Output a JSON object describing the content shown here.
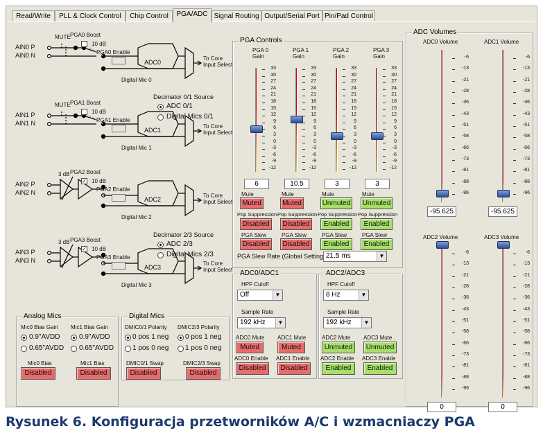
{
  "tabs": [
    "Read/Write",
    "PLL & Clock Control",
    "Chip Control",
    "PGA/ADC",
    "Signal Routing",
    "Output/Serial Port",
    "Pin/Pad Control"
  ],
  "active_tab": "PGA/ADC",
  "schematic": {
    "mute": "MUTE",
    "db3": "3 dB",
    "boost_db": "10 dB",
    "to_core": "To Core",
    "input_select": "Input Select",
    "channels": [
      {
        "in_p": "AIN0 P",
        "in_n": "AIN0 N",
        "boost": "PGA0 Boost",
        "enable": "PGA0 Enable",
        "adc": "ADC0",
        "dmic": "Digital Mic 0"
      },
      {
        "in_p": "AIN1 P",
        "in_n": "AIN1 N",
        "boost": "PGA1 Boost",
        "enable": "PGA1 Enable",
        "adc": "ADC1",
        "dmic": "Digital Mic 1"
      },
      {
        "in_p": "AIN2 P",
        "in_n": "AIN2 N",
        "boost": "PGA2 Boost",
        "enable": "PGA2 Enable",
        "adc": "ADC2",
        "dmic": "Digital Mic 2"
      },
      {
        "in_p": "AIN3 P",
        "in_n": "AIN3 N",
        "boost": "PGA3 Boost",
        "enable": "PGA3 Enable",
        "adc": "ADC3",
        "dmic": "Digital Mic 3"
      }
    ],
    "dec01": {
      "title": "Decimator 0/1 Source",
      "opt1": "ADC 0/1",
      "opt2": "Digital Mics 0/1"
    },
    "dec23": {
      "title": "Decimator 2/3 Source",
      "opt1": "ADC 2/3",
      "opt2": "Digital Mics 2/3"
    }
  },
  "analog_mics": {
    "title": "Analog Mics",
    "mic0_gain": "Mic0 Bias Gain",
    "mic1_gain": "Mic1 Bias Gain",
    "opt_a": "0.9\"AVDD",
    "opt_b": "0.65\"AVDD",
    "mic0_bias": "Mic0 Bias",
    "mic1_bias": "Mic1 Bias",
    "disabled": "Disabled"
  },
  "digital_mics": {
    "title": "Digital Mics",
    "pol01": "DMIC0/1 Polarity",
    "pol23": "DMIC2/3 Polarity",
    "opt_a": "0 pos 1 neg",
    "opt_b": "1 pos 0 neg",
    "swap01": "DMIC0/1 Swap",
    "swap23": "DMIC2/3 Swap",
    "disabled": "Disabled"
  },
  "pga_controls": {
    "title": "PGA Controls",
    "scale": [
      "33",
      "30",
      "27",
      "24",
      "21",
      "18",
      "15",
      "12",
      "9",
      "6",
      "3",
      "0",
      "-3",
      "-6",
      "-9",
      "-12"
    ],
    "gains": [
      {
        "label1": "PGA 0",
        "label2": "Gain",
        "value": "6",
        "mute": "Muted",
        "pop": "Disabled",
        "slew": "Disabled"
      },
      {
        "label1": "PGA 1",
        "label2": "Gain",
        "value": "10.5",
        "mute": "Muted",
        "pop": "Disabled",
        "slew": "Disabled"
      },
      {
        "label1": "PGA 2",
        "label2": "Gain",
        "value": "3",
        "mute": "Unmuted",
        "pop": "Enabled",
        "slew": "Enabled"
      },
      {
        "label1": "PGA 3",
        "label2": "Gain",
        "value": "3",
        "mute": "Unmuted",
        "pop": "Enabled",
        "slew": "Enabled"
      }
    ],
    "mute_label": "Mute",
    "pop_label": "Pop Suppression",
    "slew_label": "PGA Slew",
    "slew_rate_label": "PGA Slew Rate (Global Setting):",
    "slew_rate_value": "21.5 ms"
  },
  "adc01": {
    "title": "ADC0/ADC1",
    "hpf_label": "HPF Cutoff",
    "hpf_value": "Off",
    "sr_label": "Sample Rate",
    "sr_value": "192 kHz",
    "mute0_label": "ADC0 Mute",
    "mute0": "Muted",
    "mute1_label": "ADC1 Mute",
    "mute1": "Muted",
    "en0_label": "ADC0 Enable",
    "en0": "Disabled",
    "en1_label": "ADC1 Enable",
    "en1": "Disabled"
  },
  "adc23": {
    "title": "ADC2/ADC3",
    "hpf_label": "HPF Cutoff",
    "hpf_value": "8 Hz",
    "sr_label": "Sample Rate",
    "sr_value": "192 kHz",
    "mute2_label": "ADC2 Mute",
    "mute2": "Unmuted",
    "mute3_label": "ADC3 Mute",
    "mute3": "Unmuted",
    "en2_label": "ADC2 Enable",
    "en2": "Enabled",
    "en3_label": "ADC3 Enable",
    "en3": "Enabled"
  },
  "adc_volumes": {
    "title": "ADC Volumes",
    "scale": [
      "-6",
      "-13",
      "-21",
      "-28",
      "-36",
      "-43",
      "-51",
      "-58",
      "-66",
      "-73",
      "-81",
      "-88",
      "-96"
    ],
    "vols": [
      {
        "label": "ADC0 Volume",
        "value": "-95.625"
      },
      {
        "label": "ADC1 Volume",
        "value": "-95.625"
      },
      {
        "label": "ADC2 Volume",
        "value": "0"
      },
      {
        "label": "ADC3 Volume",
        "value": "0"
      }
    ]
  },
  "caption": "Rysunek 6. Konfiguracja przetworników A/C i wzmacniaczy PGA"
}
